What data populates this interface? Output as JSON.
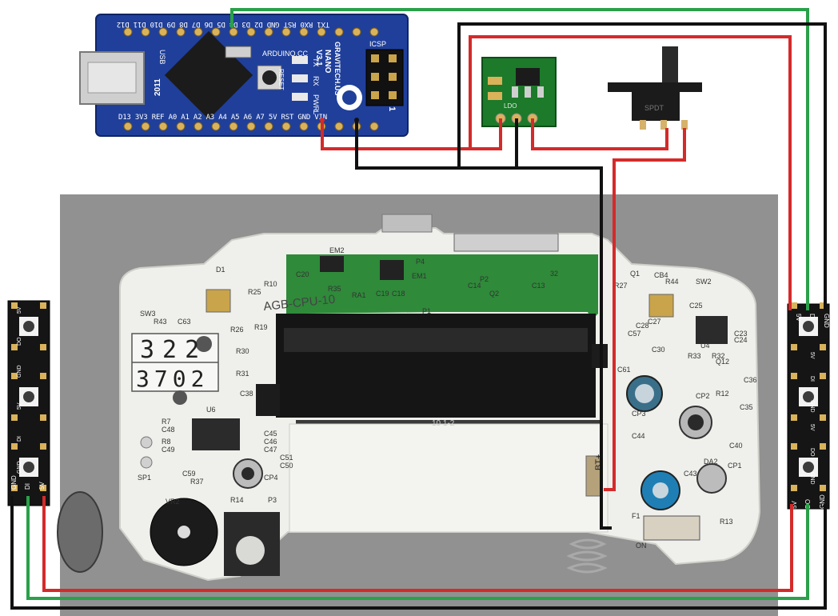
{
  "colors": {
    "wire_5v": "#d42a2a",
    "wire_gnd": "#111111",
    "wire_data": "#2aa04a",
    "pcb_blue": "#1f3f9a",
    "pcb_green": "#1c7a2a",
    "photo_bg": "#8c8c8c",
    "gba_board": "#f1f1ee"
  },
  "arduino": {
    "top_pins": "TX1 RX0 RST GND D2 D3 D4 D5 D6 D7 D8 D9 D10 D11 D12",
    "bottom_pins": "D13 3V3 REF A0 A1 A2 A3 A4 A5 A6 A7 5V RST GND VIN",
    "brand": "ARDUINO.CC",
    "model_line1": "NANO",
    "model_line2": "V3.1",
    "maker": "GRAVITECH.US",
    "year": "2011",
    "usb_label": "USB",
    "reset_label": "RESET",
    "led_labels": [
      "TX",
      "RX",
      "PWR",
      "L"
    ],
    "icsp_label": "ICSP",
    "icsp_pin": "1"
  },
  "regulator": {
    "label": "LDO"
  },
  "gba_board": {
    "title": "AGB-CPU-10",
    "handwriting_top": "322",
    "handwriting_bottom": "3702",
    "version": "10 1-2",
    "batt_plus": "BT+",
    "labels": [
      "D1",
      "R25",
      "R10",
      "SW3",
      "R43",
      "C63",
      "R26",
      "R19",
      "R30",
      "R31",
      "C38",
      "U6",
      "R7",
      "C48",
      "R8",
      "C49",
      "SP1",
      "VR2",
      "R37",
      "C59",
      "R14",
      "P3",
      "CP4",
      "C45",
      "C46",
      "C47",
      "C51",
      "C50",
      "EM2",
      "C20",
      "R35",
      "RA1",
      "C19",
      "C18",
      "EM1",
      "P4",
      "P1",
      "P2",
      "C14",
      "Q2",
      "C13",
      "32",
      "R27",
      "Q1",
      "CB4",
      "R44",
      "SW2",
      "Q12",
      "C25",
      "C23",
      "C24",
      "R32",
      "U4",
      "C61",
      "C57",
      "C28",
      "C27",
      "R33",
      "C30",
      "CP2",
      "R12",
      "C36",
      "C35",
      "CP3",
      "C44",
      "C40",
      "C43",
      "DA2",
      "CP1",
      "R13",
      "F1",
      "ON"
    ]
  },
  "led_strip_left": {
    "bottom_labels": [
      "GND",
      "DI",
      "5V"
    ],
    "side_marks": [
      "5V",
      "DO",
      "GND",
      "5V",
      "DI",
      "GND"
    ]
  },
  "led_strip_right": {
    "top_labels": [
      "5V",
      "DI",
      "GND"
    ],
    "bottom_labels": [
      "5V",
      "DO",
      "GND"
    ],
    "side_marks": [
      "5V",
      "DI",
      "GND",
      "5V",
      "DO",
      "GND"
    ]
  },
  "switch": {
    "label": "SPDT"
  }
}
